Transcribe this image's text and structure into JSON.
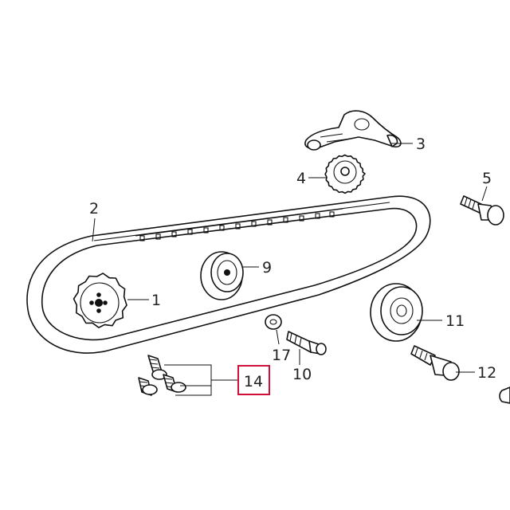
{
  "diagram": {
    "callouts": [
      "1",
      "2",
      "3",
      "4",
      "5",
      "9",
      "10",
      "11",
      "12",
      "14",
      "17"
    ],
    "highlight_color": "#d0103a"
  }
}
